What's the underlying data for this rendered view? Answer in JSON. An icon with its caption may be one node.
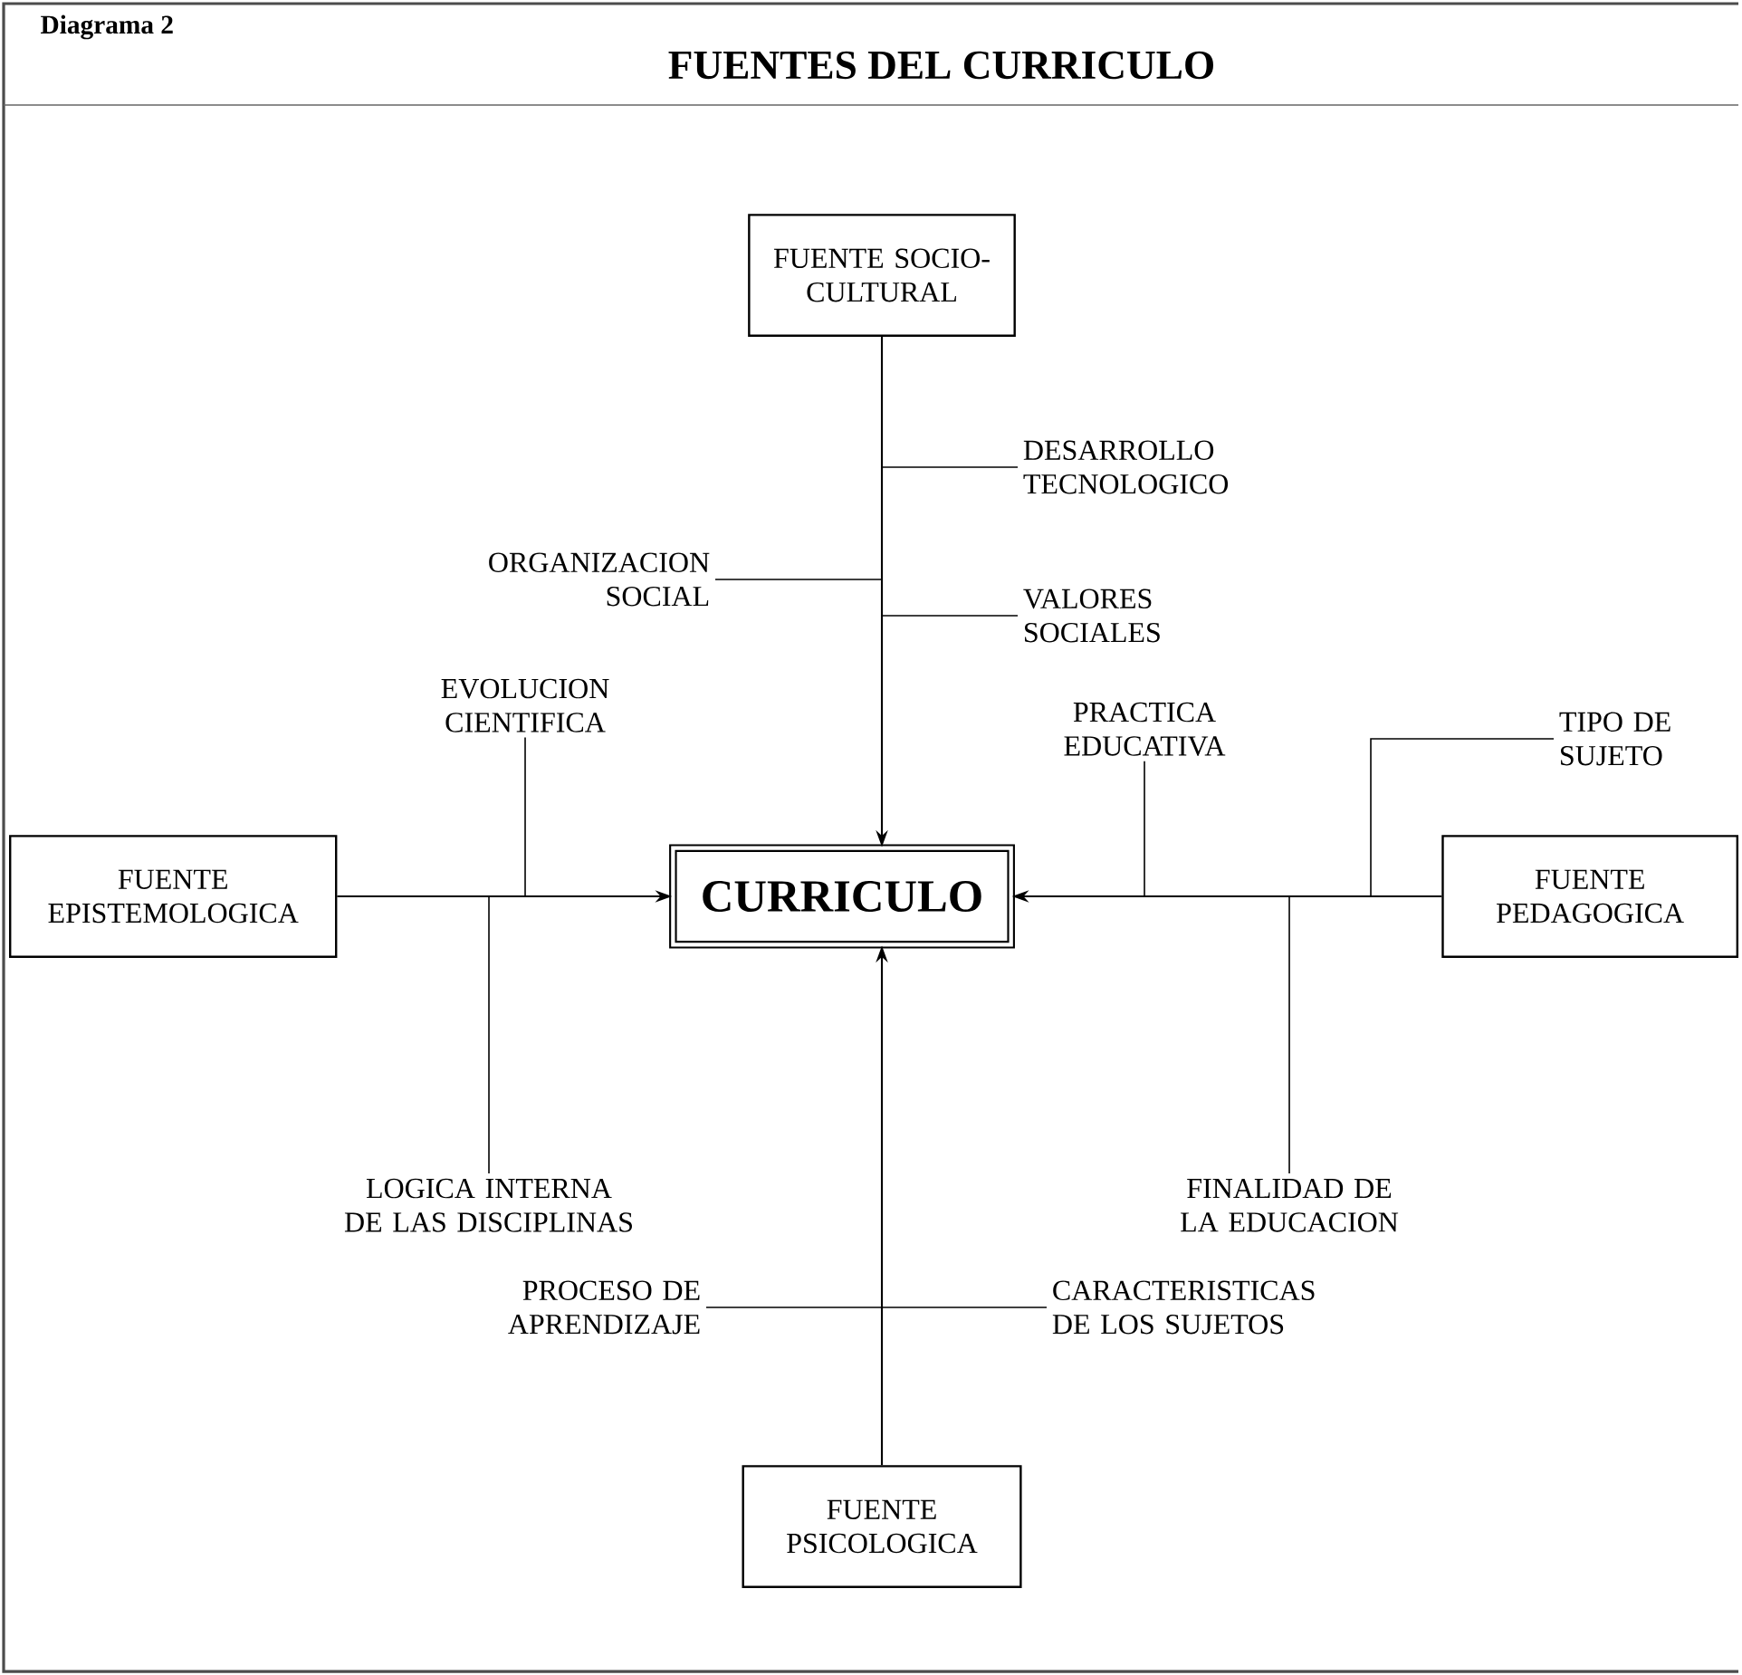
{
  "diagram": {
    "title": "FUENTES DEL CURRICULO",
    "nodes": [
      {
        "text": [
          "FUENTE SOCIO-CULTURAL"
        ]
      },
      {
        "text": [
          "DESARROLLO TECNOLOGICO"
        ]
      },
      {
        "text": [
          "ORGANIZACION SOCIAL"
        ]
      },
      {
        "text": [
          "VALORES SOCIALES"
        ]
      },
      {
        "text": [
          "EVOLUCION CIENTIFICA"
        ]
      },
      {
        "text": [
          "TIPO DE SUJETO"
        ]
      },
      {
        "text": [
          "PRACTICA EDUCATIVA"
        ]
      },
      {
        "text": [
          "FUENTE EPISTEMOLOGICA"
        ]
      },
      {
        "text": [
          "CURRICULO"
        ]
      },
      {
        "text": [
          "FUENTE PEDAGOGICA"
        ]
      },
      {
        "text": [
          "LOGICA INTERNA DE LAS DISCIPLINAS"
        ]
      },
      {
        "text": [
          "FINALIDAD DE LA EDUCACION"
        ]
      },
      {
        "text": [
          "CARACTERISTICAS DE LOS SUJETOS"
        ]
      },
      {
        "text": [
          "PROCESO DE APRENDIZAJE"
        ]
      },
      {
        "text": [
          "FUENTE PSICOLOGICA"
        ]
      }
    ],
    "edges": [
      {
        "from": 0,
        "to": 8,
        "arrow": "to"
      },
      {
        "from": 7,
        "to": 8,
        "arrow": "to"
      },
      {
        "from": 9,
        "to": 8,
        "arrow": "to"
      },
      {
        "from": 14,
        "to": 8,
        "arrow": "to"
      },
      {
        "from": 1,
        "to": null,
        "arrow": "none"
      },
      {
        "from": 2,
        "to": null,
        "arrow": "none"
      },
      {
        "from": 3,
        "to": null,
        "arrow": "none"
      },
      {
        "from": 4,
        "to": null,
        "arrow": "none"
      },
      {
        "from": 5,
        "to": null,
        "arrow": "none"
      },
      {
        "from": 6,
        "to": null,
        "arrow": "none"
      },
      {
        "from": 10,
        "to": null,
        "arrow": "none"
      },
      {
        "from": 11,
        "to": null,
        "arrow": "none"
      },
      {
        "from": 12,
        "to": null,
        "arrow": "none"
      },
      {
        "from": 13,
        "to": null,
        "arrow": "none"
      }
    ],
    "labels": [
      "Diagrama 2"
    ]
  }
}
